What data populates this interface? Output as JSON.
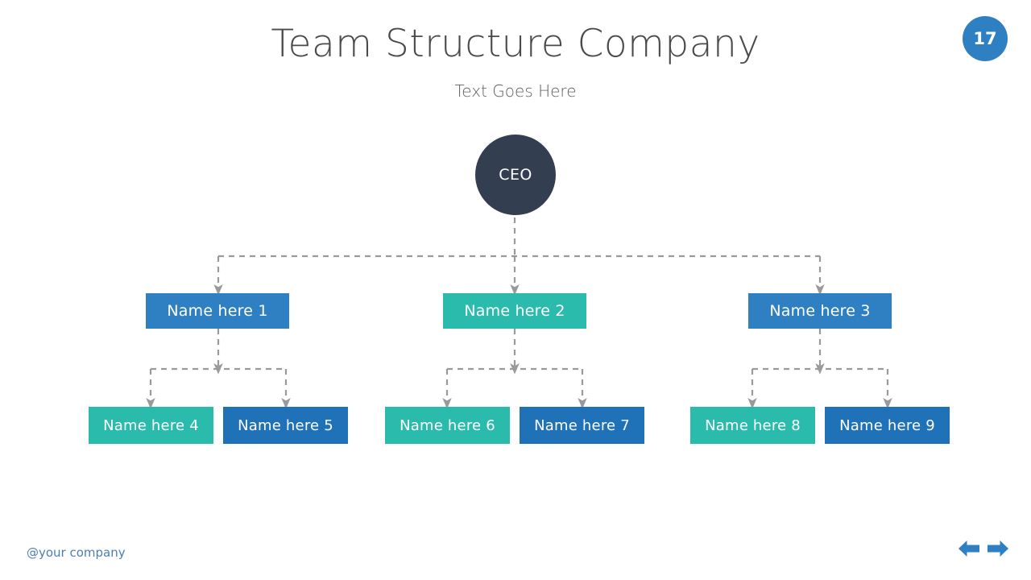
{
  "slide": {
    "title": "Team Structure Company",
    "subtitle": "Text Goes Here",
    "number": "17",
    "background_color": "#FFFFFF"
  },
  "palette": {
    "blue": "#2E80C2",
    "blue_dark": "#1F72B8",
    "teal": "#2BBBAD",
    "navy": "#333F51",
    "connector_gray": "#9A9A9A",
    "title_gray": "#4A4A4A",
    "footer_blue": "#4A7FB5"
  },
  "org_chart": {
    "root": {
      "label": "CEO",
      "shape": "circle",
      "color": "#333F51"
    },
    "level2": [
      {
        "label": "Name here 1",
        "color": "#2E80C2"
      },
      {
        "label": "Name here 2",
        "color": "#2BBBAD"
      },
      {
        "label": "Name here 3",
        "color": "#2E80C2"
      }
    ],
    "level3": [
      {
        "label": "Name here 4",
        "color": "#2BBBAD"
      },
      {
        "label": "Name here 5",
        "color": "#1F72B8"
      },
      {
        "label": "Name here 6",
        "color": "#2BBBAD"
      },
      {
        "label": "Name here 7",
        "color": "#1F72B8"
      },
      {
        "label": "Name here 8",
        "color": "#2BBBAD"
      },
      {
        "label": "Name here 9",
        "color": "#1F72B8"
      }
    ],
    "connector_style": "dashed-with-arrowheads"
  },
  "footer": {
    "company": "@your company",
    "prev_label": "Previous slide",
    "next_label": "Next slide"
  }
}
